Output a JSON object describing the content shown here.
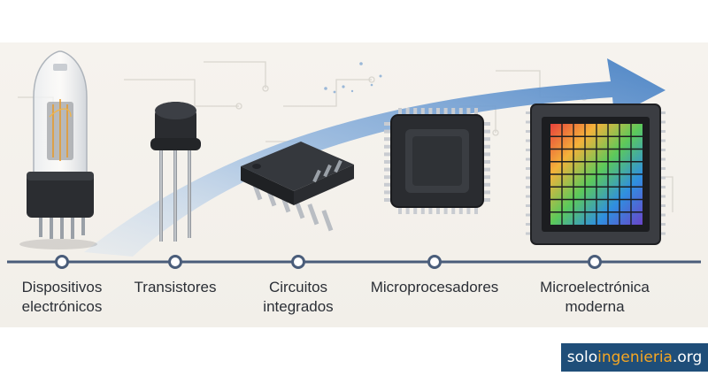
{
  "timeline": {
    "stages": [
      {
        "name": "vacuum-tube",
        "label_lines": [
          "Dispositivos",
          "electrónicos"
        ]
      },
      {
        "name": "transistor",
        "label_lines": [
          "Transistores"
        ]
      },
      {
        "name": "integrated-circuit",
        "label_lines": [
          "Circuitos",
          "integrados"
        ]
      },
      {
        "name": "microprocessor",
        "label_lines": [
          "Microprocesadores"
        ]
      },
      {
        "name": "modern-chip",
        "label_lines": [
          "Microelectrónica",
          "moderna"
        ]
      }
    ]
  },
  "watermark": {
    "prefix": "solo",
    "highlight": "ingenieria",
    "suffix": ".org"
  },
  "colors": {
    "timeline": "#4a5d7a",
    "arrow": "#4f86c6",
    "chip_body": "#2a2c30",
    "pins": "#c9ccd1",
    "watermark_bg": "#1f4e79",
    "watermark_accent": "#f5a623"
  }
}
